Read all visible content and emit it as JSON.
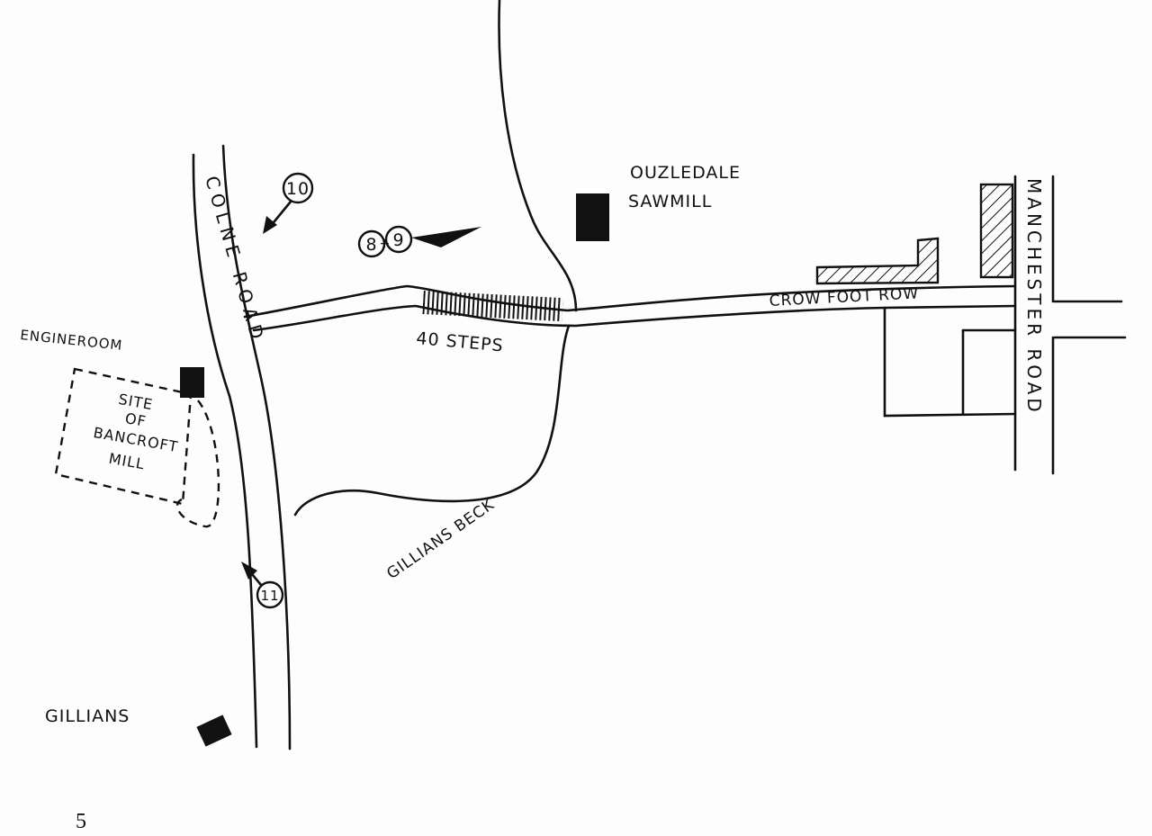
{
  "map": {
    "labels": {
      "colne_road": "COLNE ROAD",
      "manchester_road": "MANCHESTER ROAD",
      "ouzledale_line1": "OUZLEDALE",
      "ouzledale_line2": "SAWMILL",
      "crowfoot_row": "CROW FOOT ROW",
      "forty_steps": "40 STEPS",
      "engine_room": "ENGINEROOM",
      "site_line1": "SITE",
      "site_line2": "OF",
      "site_line3": "BANCROFT",
      "site_line4": "MILL",
      "gillians_beck": "GILLIANS BECK",
      "gillians": "GILLIANS"
    },
    "markers": {
      "m10": "10",
      "m8": "8",
      "plus": "+",
      "m9": "9",
      "m11": "11"
    },
    "page_number": "5"
  }
}
